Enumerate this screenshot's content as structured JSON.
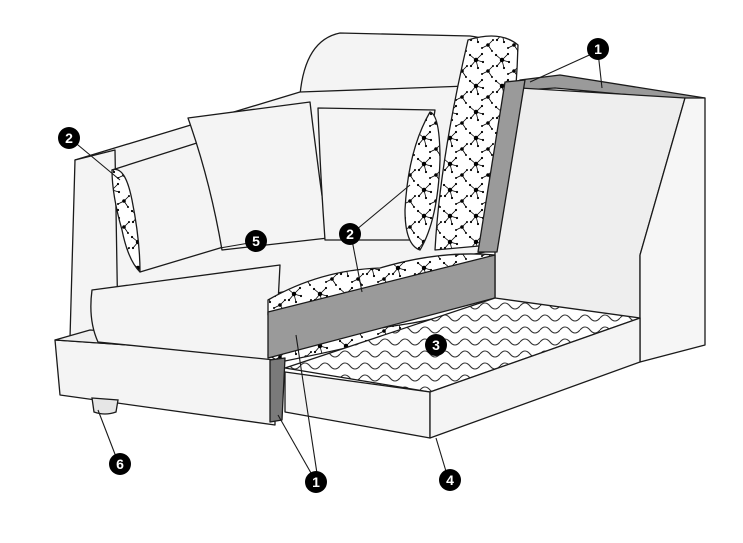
{
  "diagram": {
    "colors": {
      "outline": "#1a1a1a",
      "fill_light": "#f4f4f4",
      "fill_mid": "#e6e6e6",
      "frame_gray": "#9a9a9a",
      "frame_dark": "#7a7a7a",
      "callout_bg": "#000000",
      "callout_text": "#ffffff"
    },
    "callouts": [
      {
        "id": "c1a",
        "label": "1"
      },
      {
        "id": "c1b",
        "label": "1"
      },
      {
        "id": "c2a",
        "label": "2"
      },
      {
        "id": "c2b",
        "label": "2"
      },
      {
        "id": "c3",
        "label": "3"
      },
      {
        "id": "c4",
        "label": "4"
      },
      {
        "id": "c5",
        "label": "5"
      },
      {
        "id": "c6",
        "label": "6"
      }
    ]
  }
}
